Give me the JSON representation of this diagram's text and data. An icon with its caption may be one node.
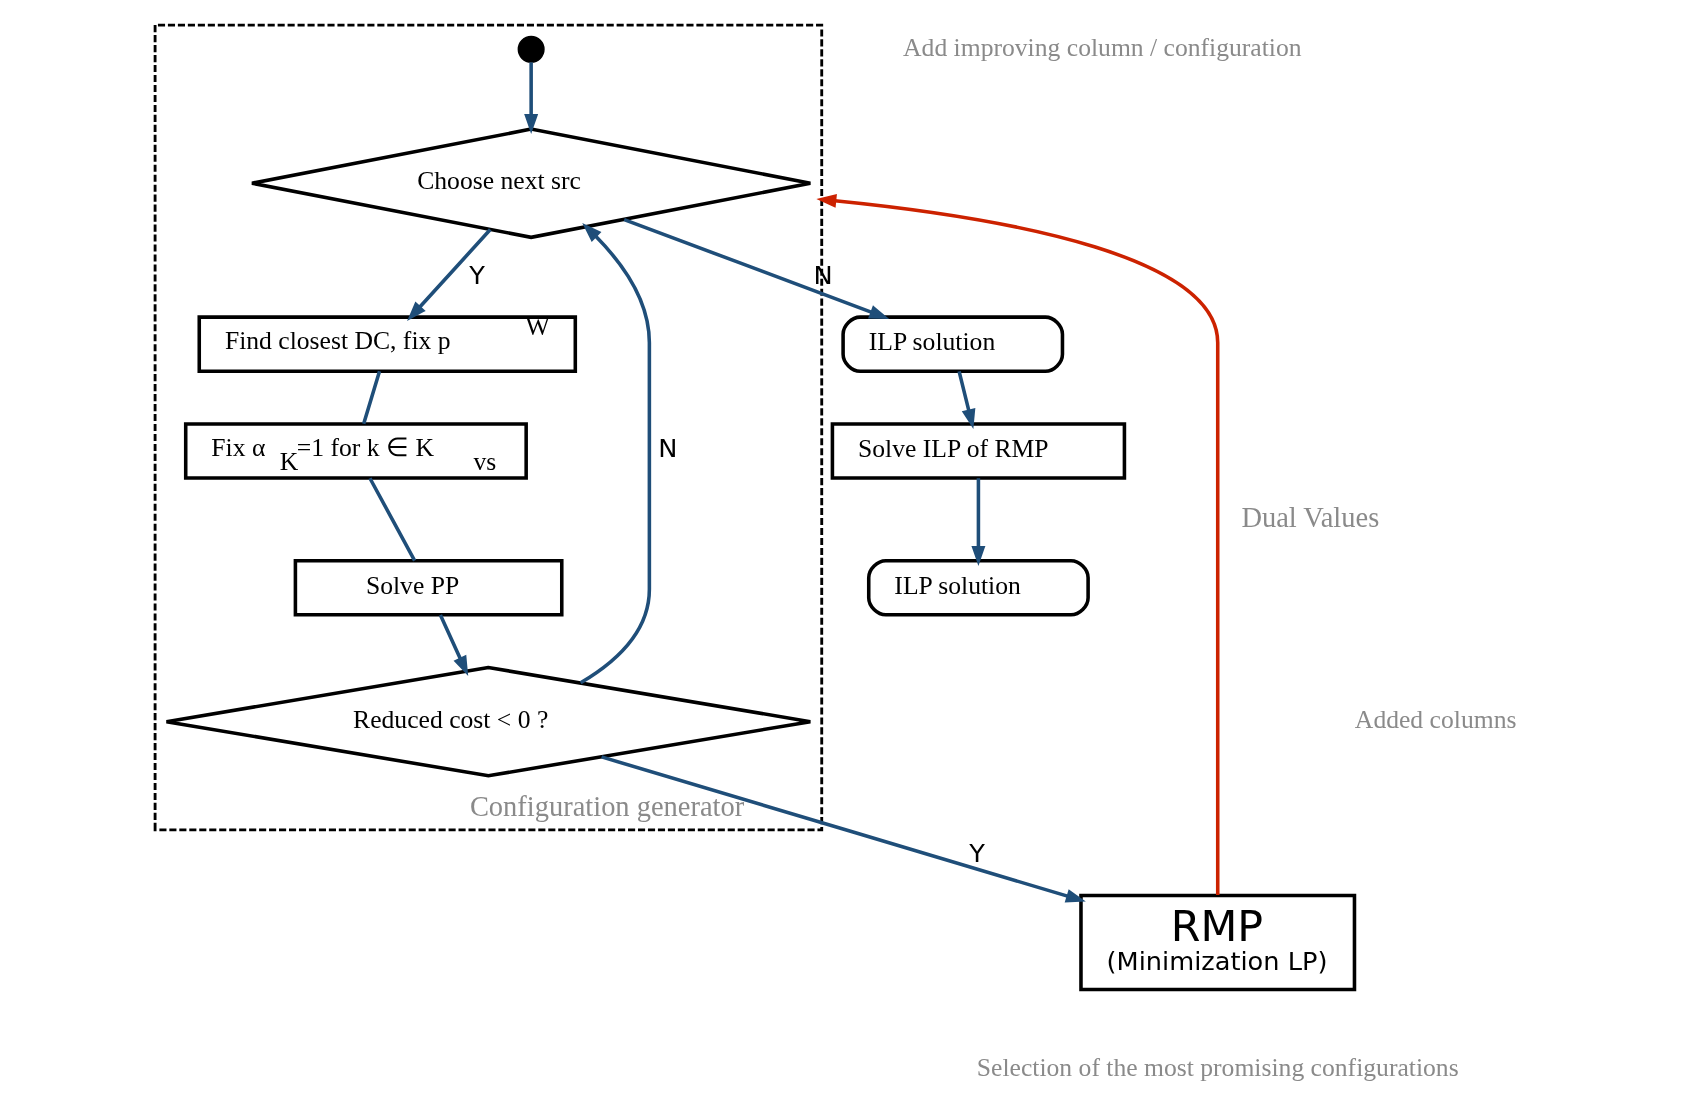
{
  "diagram": {
    "nodes": [
      {
        "text": [
          "Configuration generator"
        ]
      },
      {
        "text": [
          "RMP",
          "(Minimization LP)"
        ],
        "beside": [
          "Selection of the most promising configurations"
        ]
      },
      {
        "text": [],
        "shape": "circle",
        "in": 0
      },
      {
        "text": [
          "Choose next src"
        ],
        "in": 0
      },
      {
        "text": [
          "Find closest DC, fix p$^{W}$"
        ],
        "in": 0
      },
      {
        "text": [
          "Fix α$_{K}$=1 for k ∈ K$_{vs}$"
        ],
        "in": 0
      },
      {
        "text": [
          "Solve PP"
        ],
        "in": 0
      },
      {
        "text": [
          "Reduced cost < 0 ?"
        ],
        "in": 0
      },
      {
        "text": [
          "ILP solution"
        ]
      },
      {
        "text": [
          "Solve ILP of RMP"
        ]
      },
      {
        "text": [
          "ILP solution"
        ]
      }
    ],
    "edges": [
      {
        "from": 1,
        "to": 0,
        "arrow": "to",
        "label": "Dual Values",
        "color": "#cc2200"
      },
      {
        "from": 2,
        "to": 3,
        "arrow": "to"
      },
      {
        "from": 3,
        "to": 4,
        "arrow": "to",
        "label": "Y"
      },
      {
        "from": 4,
        "to": 5,
        "arrow": "none"
      },
      {
        "from": 5,
        "to": 6,
        "arrow": "none"
      },
      {
        "from": 6,
        "to": 7,
        "arrow": "to"
      },
      {
        "from": 7,
        "to": 3,
        "arrow": "to",
        "label": "N"
      },
      {
        "from": 7,
        "to": 1,
        "arrow": "to",
        "label": "Y"
      },
      {
        "from": 3,
        "to": 8,
        "arrow": "to",
        "label": "N"
      },
      {
        "from": 8,
        "to": 9,
        "arrow": "to"
      },
      {
        "from": 9,
        "to": 10,
        "arrow": "to"
      }
    ],
    "labels": [
      "Added columns",
      "Add improving column / configuration"
    ]
  }
}
